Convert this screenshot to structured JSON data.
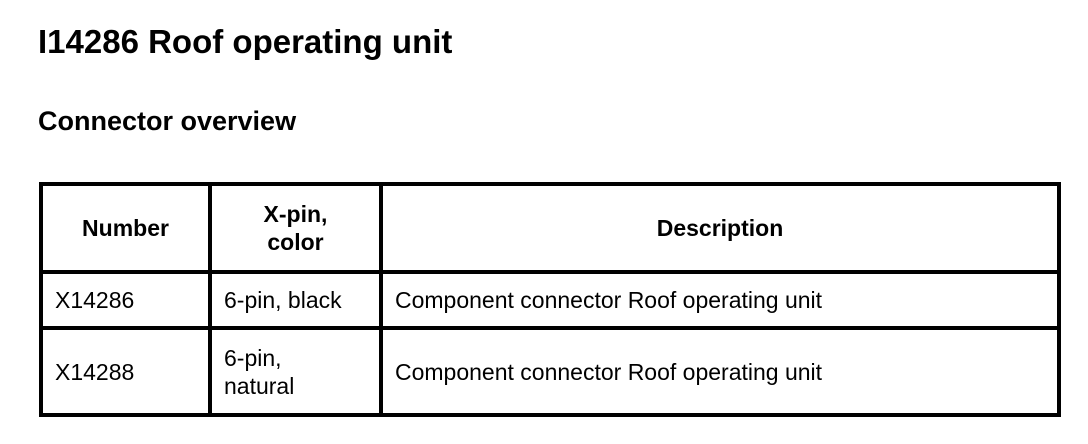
{
  "title": "I14286 Roof operating unit",
  "subtitle": "Connector overview",
  "table": {
    "headers": [
      "Number",
      "X-pin,\ncolor",
      "Description"
    ],
    "rows": [
      {
        "number": "X14286",
        "xpin_color": "6-pin, black",
        "description": "Component connector Roof operating unit"
      },
      {
        "number": "X14288",
        "xpin_color": "6-pin,\nnatural",
        "description": "Component connector Roof operating unit"
      }
    ]
  },
  "colors": {
    "text": "#000000",
    "background": "#ffffff",
    "table_border": "#000000"
  }
}
